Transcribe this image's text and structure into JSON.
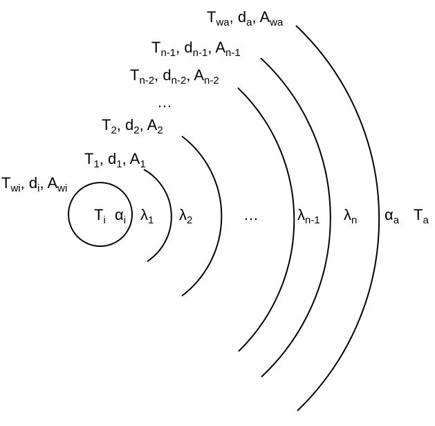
{
  "layer_labels": {
    "outer_surface": {
      "t": "T",
      "t_sub": "wa",
      "d": "d",
      "d_sub": "a",
      "a": "A",
      "a_sub": "wa"
    },
    "layer_n_minus_1": {
      "t": "T",
      "t_sub": "n-1",
      "d": "d",
      "d_sub": "n-1",
      "a": "A",
      "a_sub": "n-1"
    },
    "layer_n_minus_2": {
      "t": "T",
      "t_sub": "n-2",
      "d": "d",
      "d_sub": "n-2",
      "a": "A",
      "a_sub": "n-2"
    },
    "ellipsis": "…",
    "layer_2": {
      "t": "T",
      "t_sub": "2",
      "d": "d",
      "d_sub": "2",
      "a": "A",
      "a_sub": "2"
    },
    "layer_1": {
      "t": "T",
      "t_sub": "1",
      "d": "d",
      "d_sub": "1",
      "a": "A",
      "a_sub": "1"
    },
    "inner_surface": {
      "t": "T",
      "t_sub": "wi",
      "d": "d",
      "d_sub": "i",
      "a": "A",
      "a_sub": "wi"
    }
  },
  "inner_values": {
    "t": "T",
    "t_sub": "i",
    "alpha": "α",
    "alpha_sub": "i"
  },
  "conductivities": {
    "l1": {
      "sym": "λ",
      "sub": "1"
    },
    "l2": {
      "sym": "λ",
      "sub": "2"
    },
    "ellipsis": "…",
    "ln1": {
      "sym": "λ",
      "sub": "n-1"
    },
    "ln": {
      "sym": "λ",
      "sub": "n"
    }
  },
  "outer_values": {
    "alpha": "α",
    "alpha_sub": "a",
    "t": "T",
    "t_sub": "a"
  },
  "colors": {
    "stroke": "#000000",
    "background": "#ffffff"
  }
}
